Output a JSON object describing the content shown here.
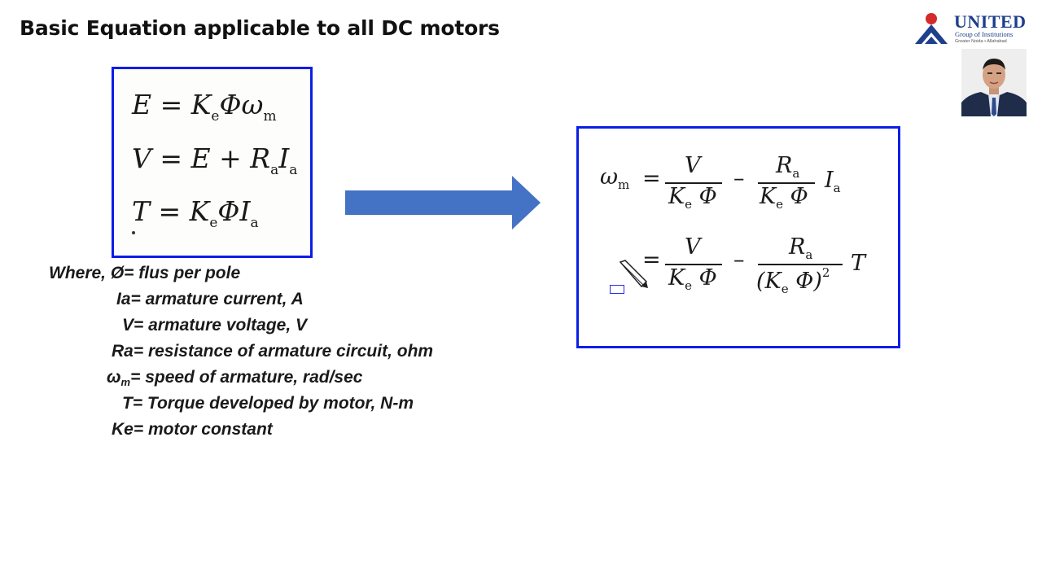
{
  "slide": {
    "title": "Basic Equation applicable to all DC motors"
  },
  "logo": {
    "name": "UNITED",
    "subtitle": "Group of Institutions",
    "tagline": "Greater Noida • Allahabad",
    "brand_color": "#1d3f8c",
    "mark_color": "#d42a2a"
  },
  "left_box": {
    "border_color": "#0a1ee6",
    "eq1": {
      "lhs": "E",
      "op": "=",
      "k": "K",
      "k_sub": "e",
      "phi": "Φ",
      "w": "ω",
      "w_sub": "m"
    },
    "eq2": {
      "lhs": "V",
      "op": "=",
      "e": "E",
      "plus": "+",
      "r": "R",
      "r_sub": "a",
      "i": "I",
      "i_sub": "a"
    },
    "eq3": {
      "lhs": "T",
      "op": "=",
      "k": "K",
      "k_sub": "e",
      "phi": "Φ",
      "i": "I",
      "i_sub": "a"
    }
  },
  "arrow": {
    "color": "#4472c4"
  },
  "right_box": {
    "border_color": "#0a1ee6",
    "line1": {
      "w": "ω",
      "w_sub": "m",
      "eq": "=",
      "n1": "V",
      "d1_k": "K",
      "d1_sub": "e",
      "d1_phi": "Φ",
      "minus": "–",
      "n2_r": "R",
      "n2_sub": "a",
      "d2_k": "K",
      "d2_sub": "e",
      "d2_phi": "Φ",
      "tail": "I",
      "tail_sub": "a"
    },
    "line2": {
      "eq": "=",
      "n1": "V",
      "d1_k": "K",
      "d1_sub": "e",
      "d1_phi": "Φ",
      "minus": "–",
      "n2_r": "R",
      "n2_sub": "a",
      "d2_open": "(K",
      "d2_sub": "e",
      "d2_phi": "Φ)",
      "d2_pow": "2",
      "tail": "T"
    }
  },
  "definitions": {
    "phi": "Where, Ø= flus per pole",
    "ia": "Ia= armature current, A",
    "v": "V= armature voltage, V",
    "ra": "Ra= resistance of armature circuit, ohm",
    "wm_sym": "ω",
    "wm_sub": "m",
    "wm_rest": "= speed of armature, rad/sec",
    "t": "T= Torque developed by motor, N-m",
    "ke": "Ke= motor constant"
  }
}
